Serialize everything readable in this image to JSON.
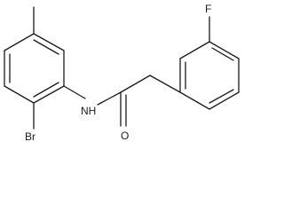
{
  "molecule": {
    "atom_labels": {
      "bromine": "Br",
      "nitrogen_hydrogen": "NH",
      "oxygen": "O",
      "fluorine": "F"
    }
  }
}
